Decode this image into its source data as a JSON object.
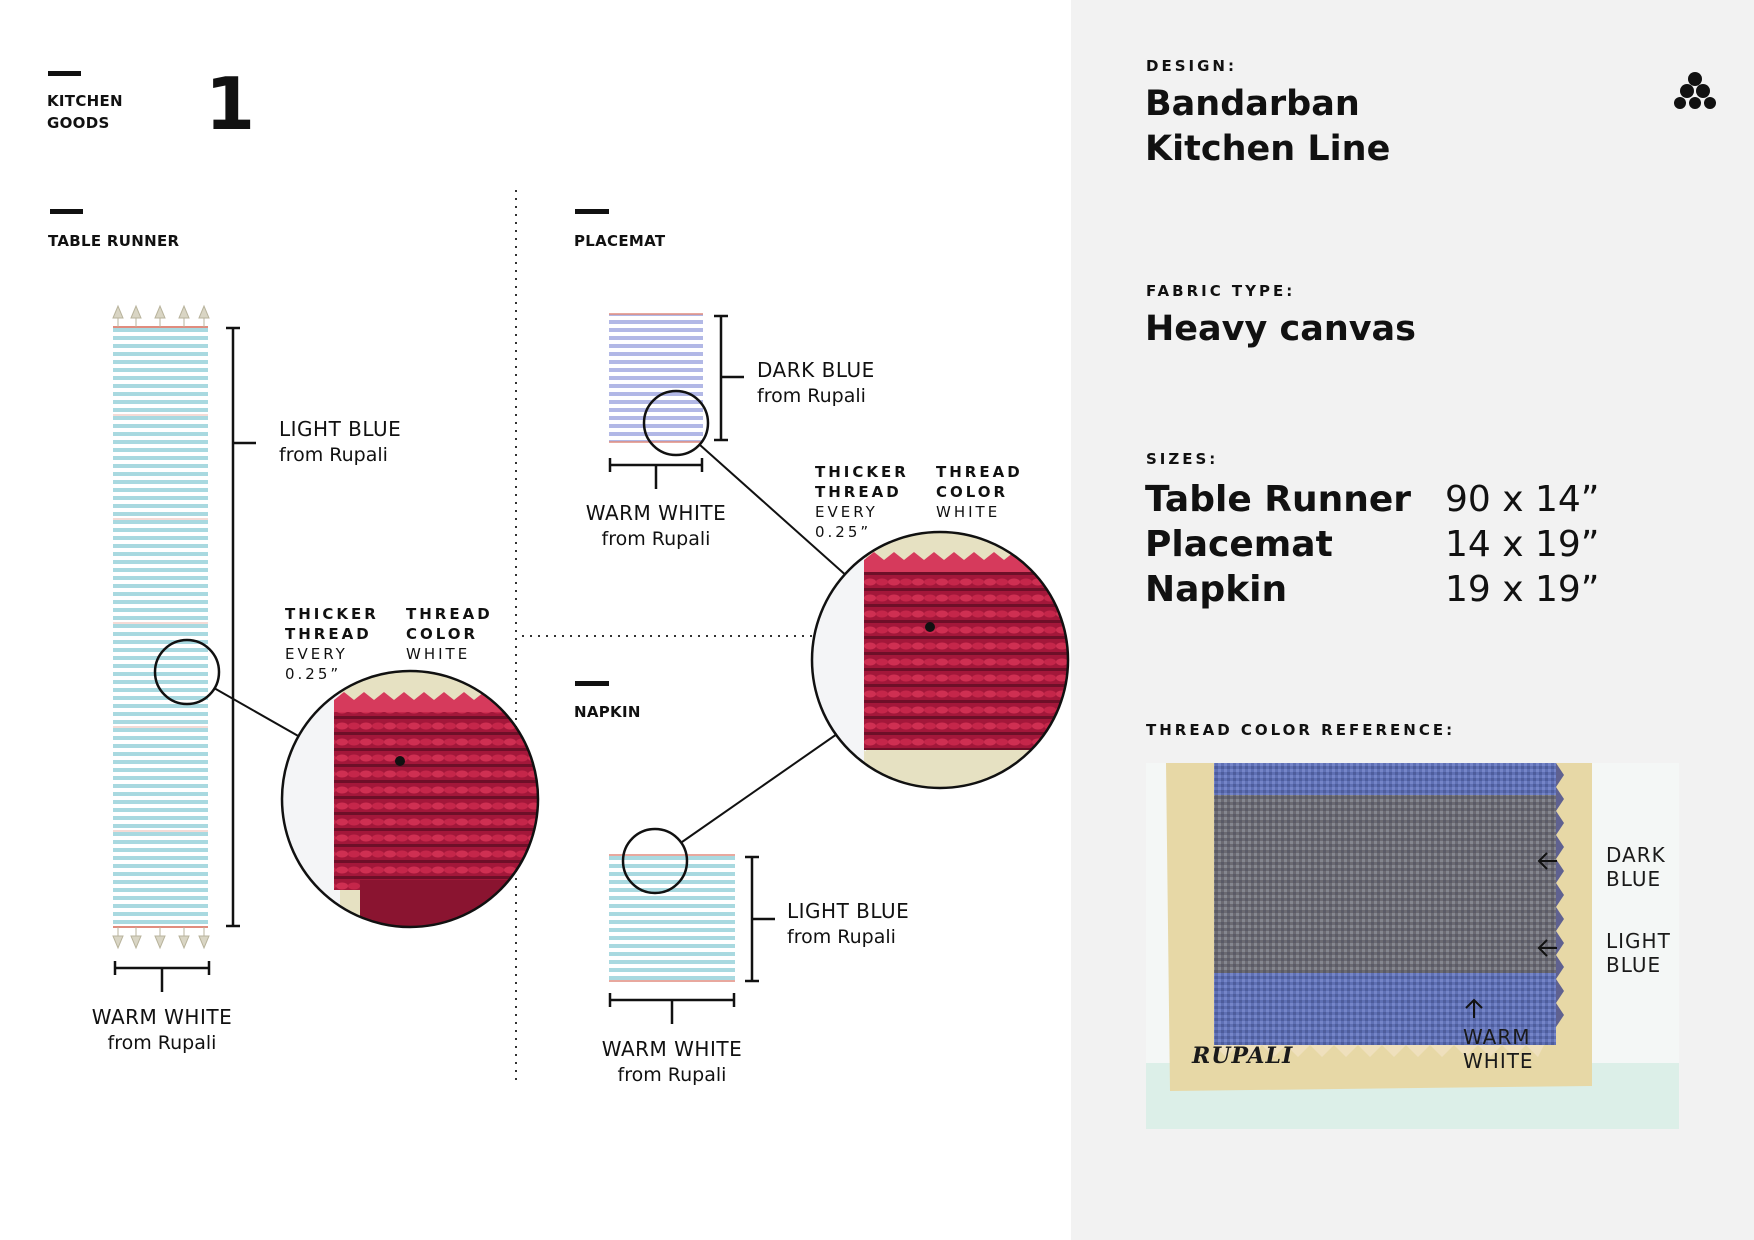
{
  "header": {
    "category_line1": "KITCHEN",
    "category_line2": "GOODS",
    "number": "1"
  },
  "table_runner": {
    "title": "TABLE RUNNER",
    "stripe_color": "LIGHT BLUE",
    "stripe_source": "from Rupali",
    "base_color": "WARM WHITE",
    "base_source": "from Rupali",
    "detail_line1": "THICKER",
    "detail_line2": "THREAD",
    "detail_line3": "EVERY",
    "detail_line4": "0.25”",
    "thread_line1": "THREAD",
    "thread_line2": "COLOR",
    "thread_line3": "WHITE"
  },
  "placemat": {
    "title": "PLACEMAT",
    "stripe_color": "DARK BLUE",
    "stripe_source": "from Rupali",
    "base_color": "WARM WHITE",
    "base_source": "from Rupali",
    "detail_line1": "THICKER",
    "detail_line2": "THREAD",
    "detail_line3": "EVERY",
    "detail_line4": "0.25”",
    "thread_line1": "THREAD",
    "thread_line2": "COLOR",
    "thread_line3": "WHITE"
  },
  "napkin": {
    "title": "NAPKIN",
    "stripe_color": "LIGHT BLUE",
    "stripe_source": "from Rupali",
    "base_color": "WARM WHITE",
    "base_source": "from Rupali"
  },
  "panel": {
    "design_label": "DESIGN:",
    "design_line1": "Bandarban",
    "design_line2": "Kitchen Line",
    "fabric_label": "FABRIC TYPE:",
    "fabric_value": "Heavy canvas",
    "sizes_label": "SIZES:",
    "sizes": [
      {
        "name": "Table Runner",
        "value": "90 x 14”"
      },
      {
        "name": "Placemat",
        "value": "14 x 19”"
      },
      {
        "name": "Napkin",
        "value": "19 x 19”"
      }
    ],
    "reference_label": "THREAD COLOR REFERENCE:",
    "reference_dark_line1": "DARK",
    "reference_dark_line2": "BLUE",
    "reference_light_line1": "LIGHT",
    "reference_light_line2": "BLUE",
    "reference_white_line1": "WARM",
    "reference_white_line2": "WHITE",
    "reference_brand": "RUPALI"
  },
  "colors": {
    "ink": "#111111",
    "panel_bg": "#f2f2f2",
    "light_blue_stripe": "#a9d9e0",
    "dark_blue_stripe": "#b2b8e6",
    "red_accent": "#e08c7e",
    "thread_red": "#b51e3e"
  },
  "icons": {
    "logo": "triangle-dots-logo-icon"
  }
}
